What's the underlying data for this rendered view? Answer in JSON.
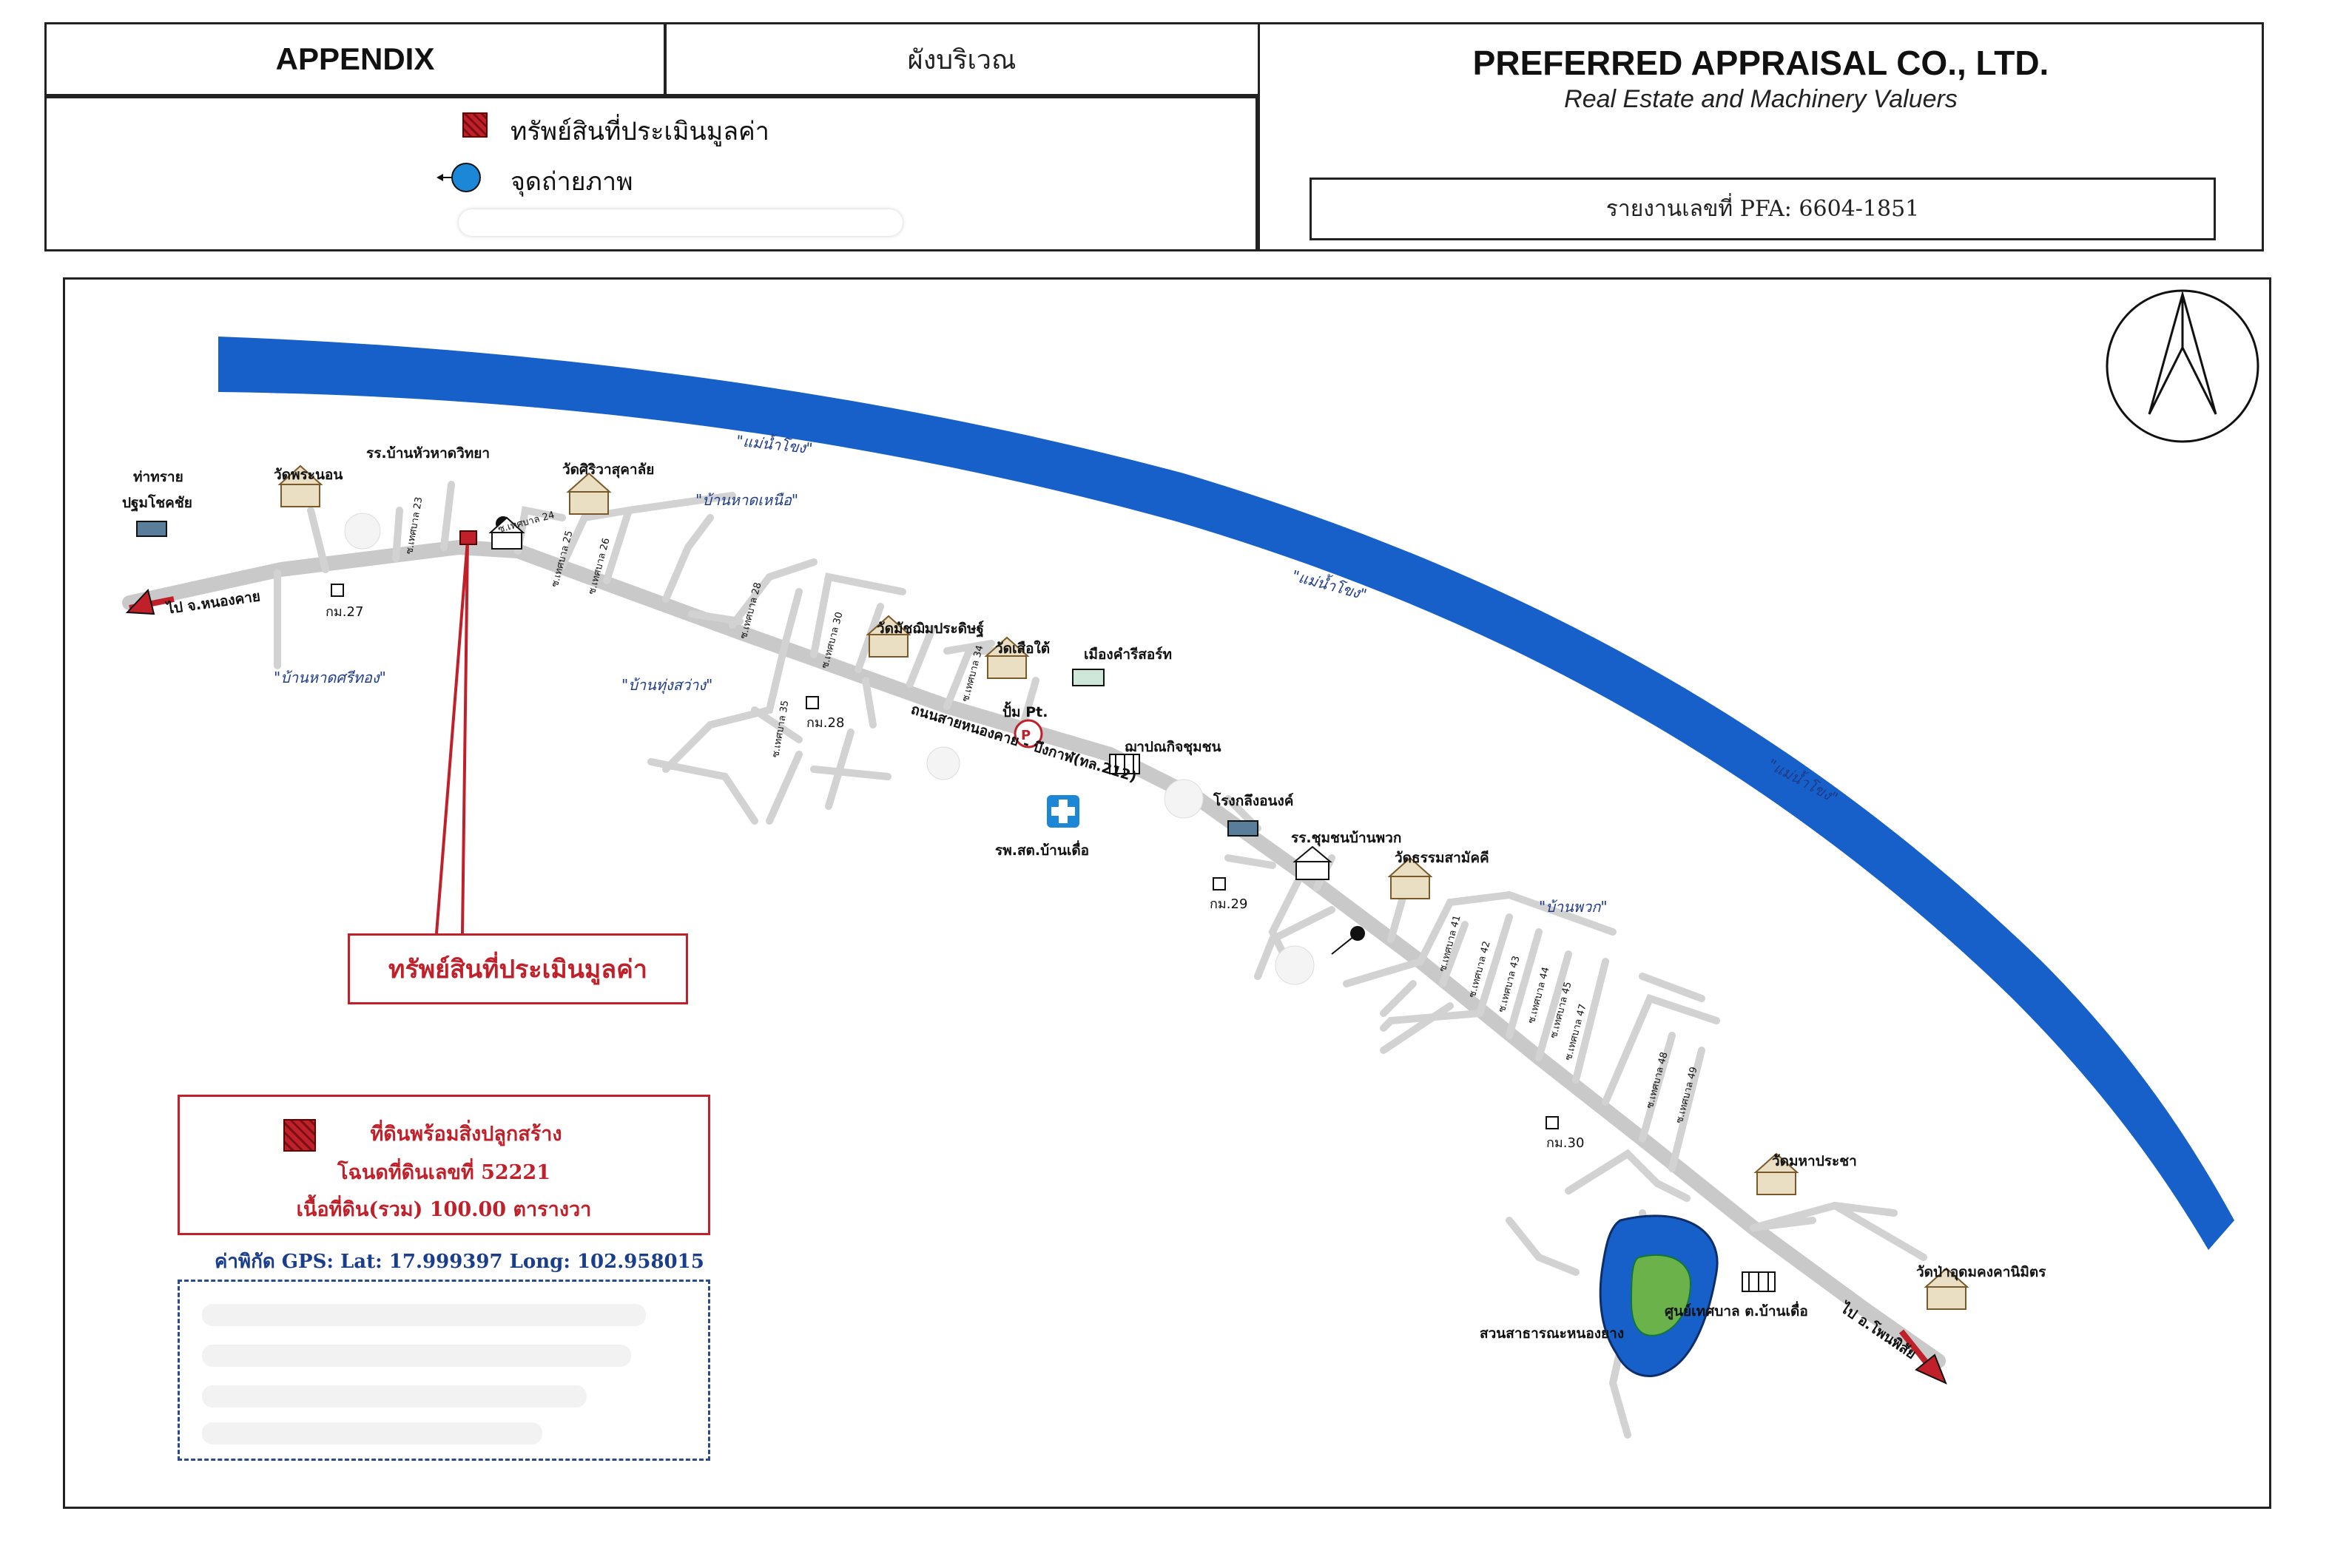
{
  "header": {
    "appendix": "APPENDIX",
    "plan_title": "ผังบริเวณ",
    "company_name": "PREFERRED APPRAISAL CO., LTD.",
    "company_sub": "Real Estate and Machinery Valuers",
    "report_no": "รายงานเลขที่ PFA: 6604-1851"
  },
  "legend": {
    "asset": "ทรัพย์สินที่ประเมินมูลค่า",
    "photo_point": "จุดถ่ายภาพ"
  },
  "colors": {
    "river": "#1760c9",
    "road": "#d2d2d2",
    "accent_red": "#c0202a",
    "pond": "#1760c9",
    "pond_island": "#6bb24a",
    "text_blue": "#1b3e8c"
  },
  "map": {
    "river_labels": [
      "\"แม่น้ำโขง\"",
      "\"แม่น้ำโขง\"",
      "\"แม่น้ำโขง\""
    ],
    "villages": [
      "\"บ้านหาดเหนือ\"",
      "\"บ้านหาดศรีทอง\"",
      "\"บ้านทุ่งสว่าง\"",
      "\"บ้านพวก\""
    ],
    "places": {
      "tha_sai": "ท่าทราย",
      "tha_sai2": "ปฐมโชคชัย",
      "wat_phra_non": "วัดพระนอน",
      "school_hua_hat": "รร.บ้านหัวหาดวิทยา",
      "wat_siri": "วัดศิริวาสุคาลัย",
      "wat_matchima": "วัดมัชฌิมประดิษฐ์",
      "wat_suea_tai": "วัดเสือใต้",
      "mueang_kham": "เมืองคำรีสอร์ท",
      "pump": "ปั้ม Pt.",
      "post": "ฌาปณกิจชุมชน",
      "factory": "โรงกลึงอนงค์",
      "hospital": "รพ.สต.บ้านเดื่อ",
      "school_phuak": "รร.ชุมชนบ้านพวก",
      "wat_thamma": "วัดธรรมสามัคคี",
      "wat_maha": "วัดมหาประชา",
      "wat_pa": "วัดป่าอุดมคงคานิมิตร",
      "park": "สวนสาธารณะหนองยาง",
      "municipal": "ศูนย์เทศบาล ต.บ้านเดื่อ",
      "to_nongkhai": "ไป จ.หนองคาย",
      "to_phonphisai": "ไป อ.โพนพิสัย",
      "road_name": "ถนนสายหนองคาย - บึงกาฬ(ทล.212)"
    },
    "km_markers": [
      "กม.27",
      "กม.28",
      "กม.29",
      "กม.30"
    ],
    "soi": [
      "ซ.เทศบาล 23",
      "ซ.เทศบาล 24",
      "ซ.เทศบาล 25",
      "ซ.เทศบาล 26",
      "ซ.เทศบาล 28",
      "ซ.เทศบาล 30",
      "ซ.เทศบาล 34",
      "ซ.เทศบาล 35",
      "ซ.เทศบาล 41",
      "ซ.เทศบาล 42",
      "ซ.เทศบาล 43",
      "ซ.เทศบาล 44",
      "ซ.เทศบาล 45",
      "ซ.เทศบาล 47",
      "ซ.เทศบาล 48",
      "ซ.เทศบาล 49"
    ],
    "asset_callout": "ทรัพย์สินที่ประเมินมูลค่า"
  },
  "land_box": {
    "line1": "ที่ดินพร้อมสิ่งปลูกสร้าง",
    "line2": "โฉนดที่ดินเลขที่ 52221",
    "line3": "เนื้อที่ดิน(รวม) 100.00 ตารางวา"
  },
  "gps": "ค่าพิกัด GPS:  Lat: 17.999397   Long: 102.958015"
}
